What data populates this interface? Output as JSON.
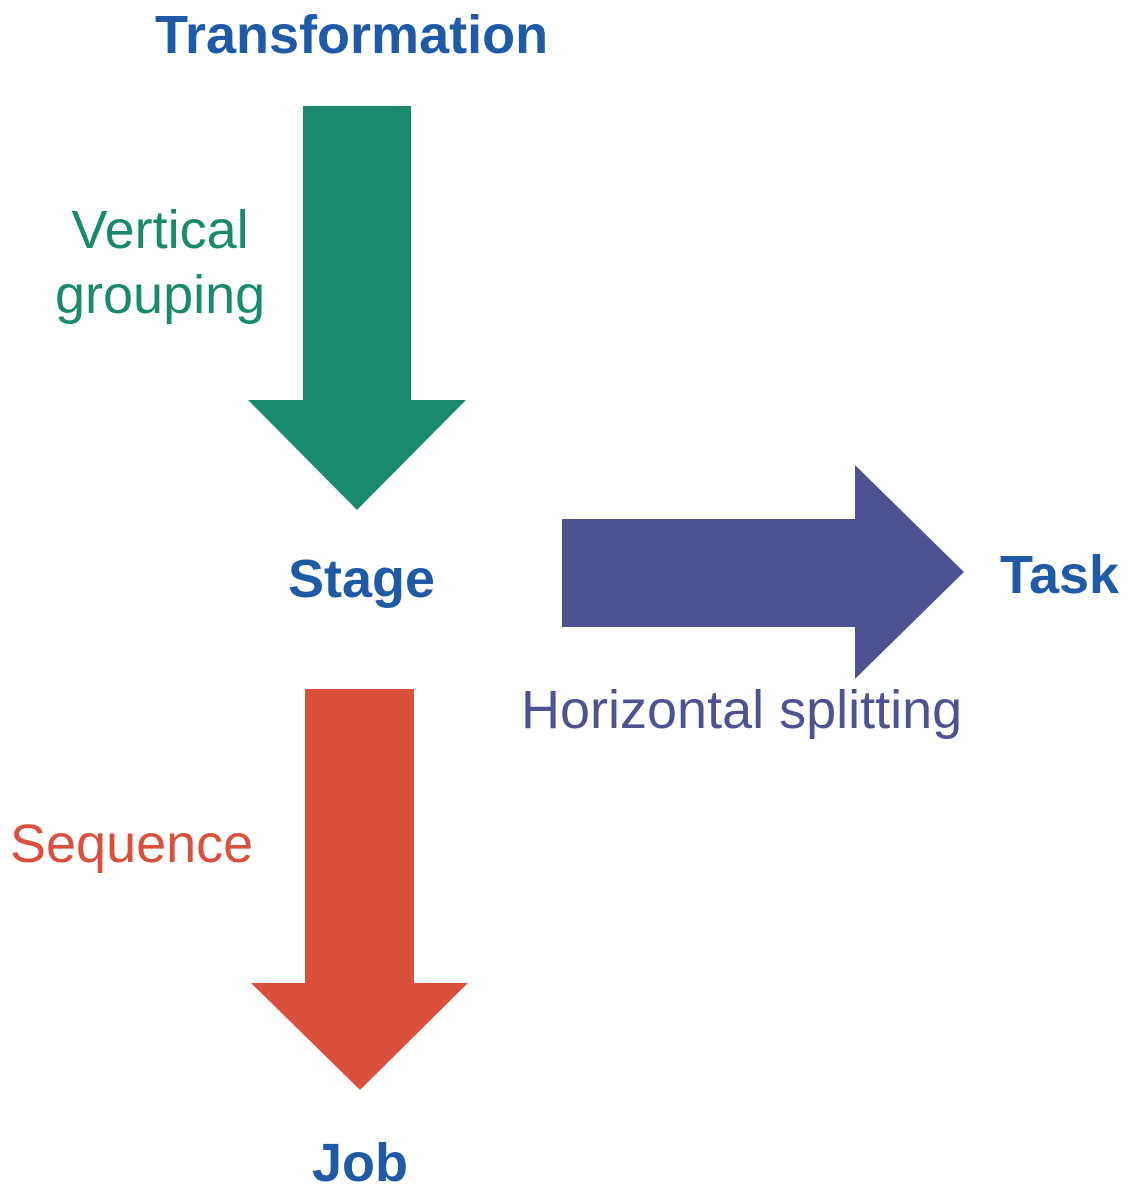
{
  "nodes": {
    "transformation": "Transformation",
    "stage": "Stage",
    "task": "Task",
    "job": "Job"
  },
  "edges": {
    "vertical_line1": "Vertical",
    "vertical_line2": "grouping",
    "horizontal": "Horizontal splitting",
    "sequence": "Sequence"
  },
  "colors": {
    "node_text": "#1f5aa6",
    "vertical_arrow": "#1a8a6c",
    "horizontal_arrow": "#4f5292",
    "sequence_arrow": "#db503c"
  }
}
